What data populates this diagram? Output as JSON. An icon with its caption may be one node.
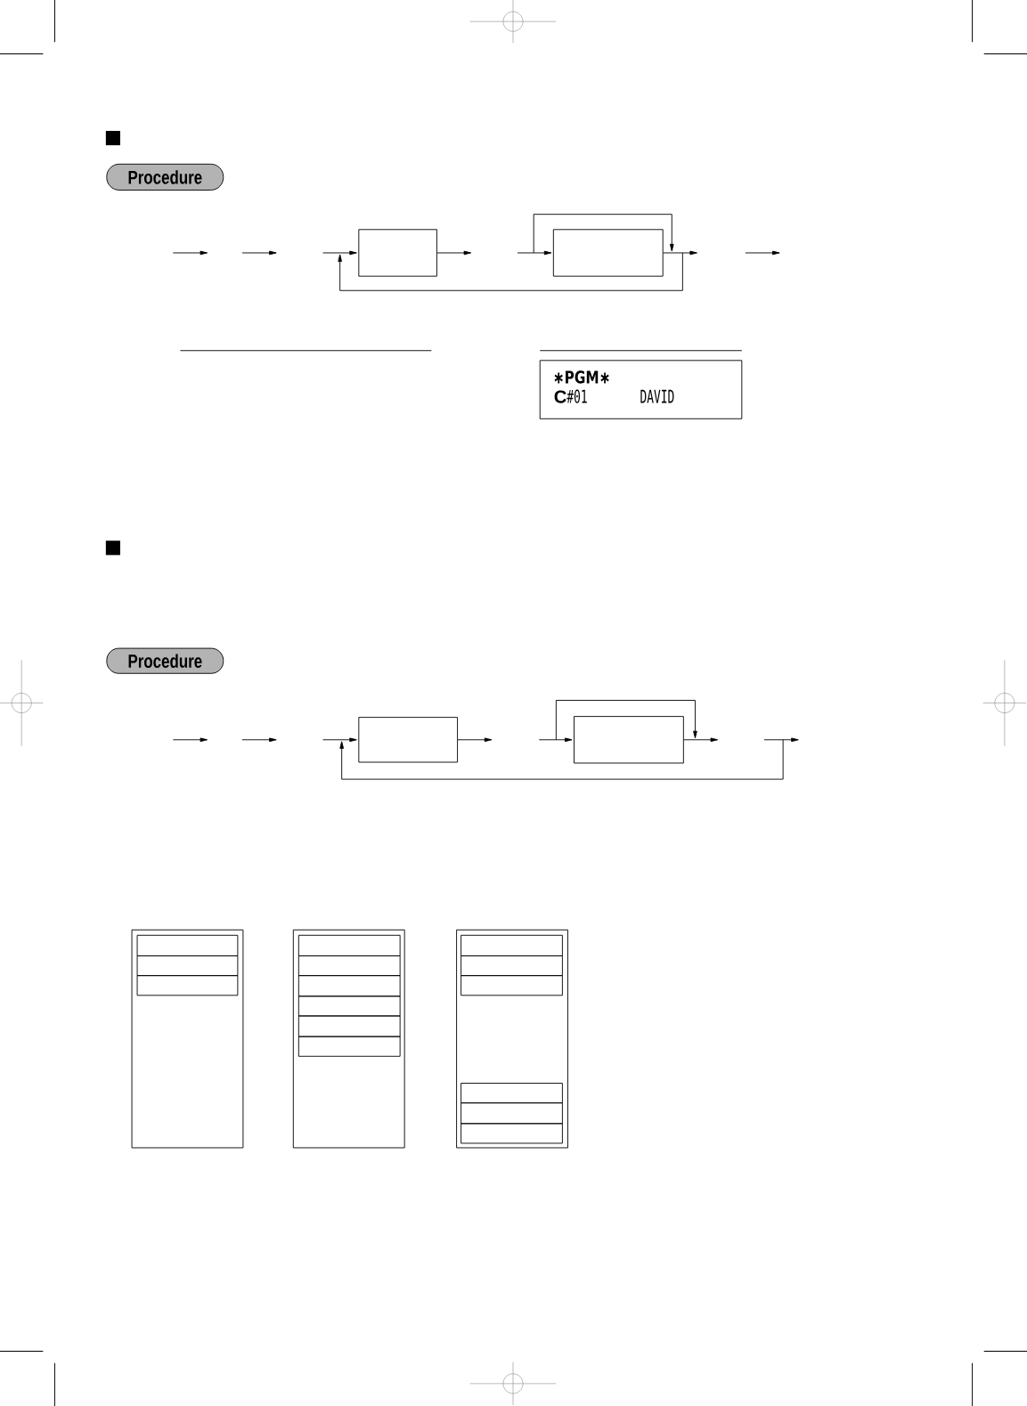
{
  "diagram": {
    "nodes": [
      {
        "text": [
          "Procedure"
        ]
      },
      {
        "text": [],
        "shape": "box"
      },
      {
        "text": [],
        "shape": "box"
      },
      {
        "text": [
          "∗PGM∗",
          "**C**#01",
          "DAVID"
        ]
      },
      {
        "text": [
          "Procedure"
        ]
      },
      {
        "text": [],
        "shape": "box"
      },
      {
        "text": [],
        "shape": "box"
      }
    ],
    "edges": [
      {
        "from": null,
        "to": 1,
        "arrow": "to"
      },
      {
        "from": 1,
        "to": null,
        "arrow": "to"
      },
      {
        "from": null,
        "to": 2,
        "arrow": "to"
      },
      {
        "from": 2,
        "to": null,
        "arrow": "to"
      },
      {
        "from": null,
        "to": 5,
        "arrow": "to"
      },
      {
        "from": 5,
        "to": null,
        "arrow": "to"
      },
      {
        "from": null,
        "to": 6,
        "arrow": "to"
      },
      {
        "from": 6,
        "to": null,
        "arrow": "to"
      }
    ]
  }
}
